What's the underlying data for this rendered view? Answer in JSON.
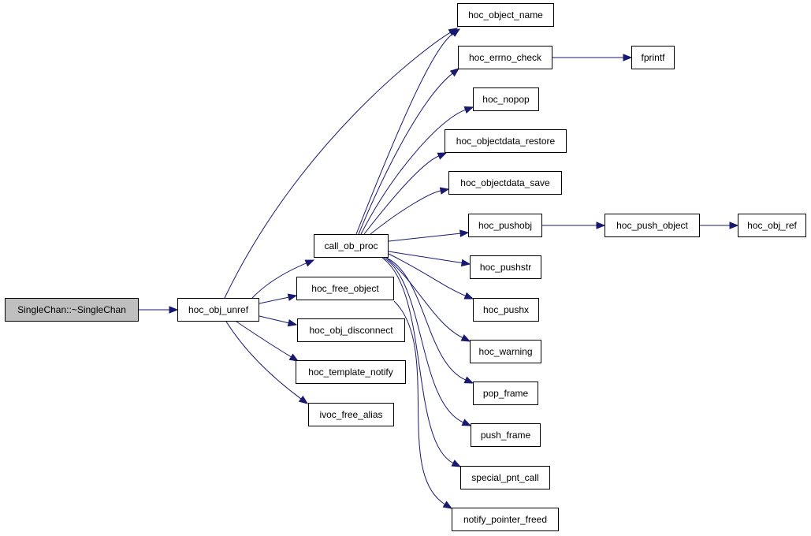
{
  "graph": {
    "colors": {
      "edge": "#191970",
      "root_fill": "#bfbfbf",
      "node_fill": "#ffffff",
      "node_border": "#000000"
    },
    "nodes": {
      "root": "SingleChan::~SingleChan",
      "hoc_obj_unref": "hoc_obj_unref",
      "call_ob_proc": "call_ob_proc",
      "hoc_free_object": "hoc_free_object",
      "hoc_obj_disconnect": "hoc_obj_disconnect",
      "hoc_template_notify": "hoc_template_notify",
      "ivoc_free_alias": "ivoc_free_alias",
      "hoc_object_name": "hoc_object_name",
      "hoc_errno_check": "hoc_errno_check",
      "fprintf": "fprintf",
      "hoc_nopop": "hoc_nopop",
      "hoc_objectdata_restore": "hoc_objectdata_restore",
      "hoc_objectdata_save": "hoc_objectdata_save",
      "hoc_pushobj": "hoc_pushobj",
      "hoc_push_object": "hoc_push_object",
      "hoc_obj_ref": "hoc_obj_ref",
      "hoc_pushstr": "hoc_pushstr",
      "hoc_pushx": "hoc_pushx",
      "hoc_warning": "hoc_warning",
      "pop_frame": "pop_frame",
      "push_frame": "push_frame",
      "special_pnt_call": "special_pnt_call",
      "notify_pointer_freed": "notify_pointer_freed"
    },
    "edges": [
      [
        "root",
        "hoc_obj_unref"
      ],
      [
        "hoc_obj_unref",
        "call_ob_proc"
      ],
      [
        "hoc_obj_unref",
        "hoc_free_object"
      ],
      [
        "hoc_obj_unref",
        "hoc_obj_disconnect"
      ],
      [
        "hoc_obj_unref",
        "hoc_template_notify"
      ],
      [
        "hoc_obj_unref",
        "ivoc_free_alias"
      ],
      [
        "hoc_obj_unref",
        "hoc_object_name"
      ],
      [
        "call_ob_proc",
        "hoc_object_name"
      ],
      [
        "call_ob_proc",
        "hoc_errno_check"
      ],
      [
        "call_ob_proc",
        "hoc_nopop"
      ],
      [
        "call_ob_proc",
        "hoc_objectdata_restore"
      ],
      [
        "call_ob_proc",
        "hoc_objectdata_save"
      ],
      [
        "call_ob_proc",
        "hoc_pushobj"
      ],
      [
        "call_ob_proc",
        "hoc_pushstr"
      ],
      [
        "call_ob_proc",
        "hoc_pushx"
      ],
      [
        "call_ob_proc",
        "hoc_warning"
      ],
      [
        "call_ob_proc",
        "pop_frame"
      ],
      [
        "call_ob_proc",
        "push_frame"
      ],
      [
        "call_ob_proc",
        "special_pnt_call"
      ],
      [
        "hoc_free_object",
        "notify_pointer_freed"
      ],
      [
        "hoc_errno_check",
        "fprintf"
      ],
      [
        "hoc_pushobj",
        "hoc_push_object"
      ],
      [
        "hoc_push_object",
        "hoc_obj_ref"
      ]
    ]
  }
}
